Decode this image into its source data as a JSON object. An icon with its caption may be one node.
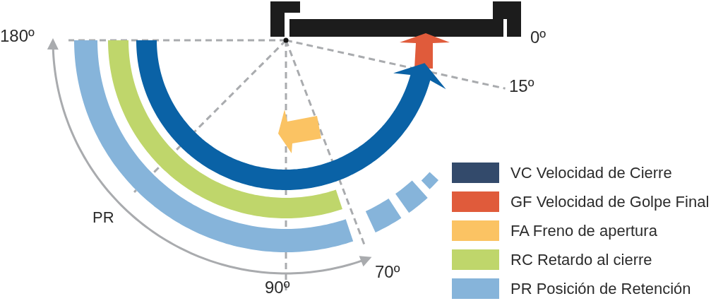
{
  "diagram": {
    "labels": [
      "180º",
      "0º",
      "15º",
      "PR",
      "70º",
      "90º"
    ],
    "legend": [
      {
        "text": "VC Velocidad de Cierre",
        "color": "#334a6b"
      },
      {
        "text": "GF Velocidad de Golpe Final",
        "color": "#e05b3b"
      },
      {
        "text": "FA Freno de apertura",
        "color": "#fbc363"
      },
      {
        "text": "RC Retardo al cierre",
        "color": "#bfd66b"
      },
      {
        "text": "PR Posición de Retención",
        "color": "#86b4da"
      }
    ]
  }
}
